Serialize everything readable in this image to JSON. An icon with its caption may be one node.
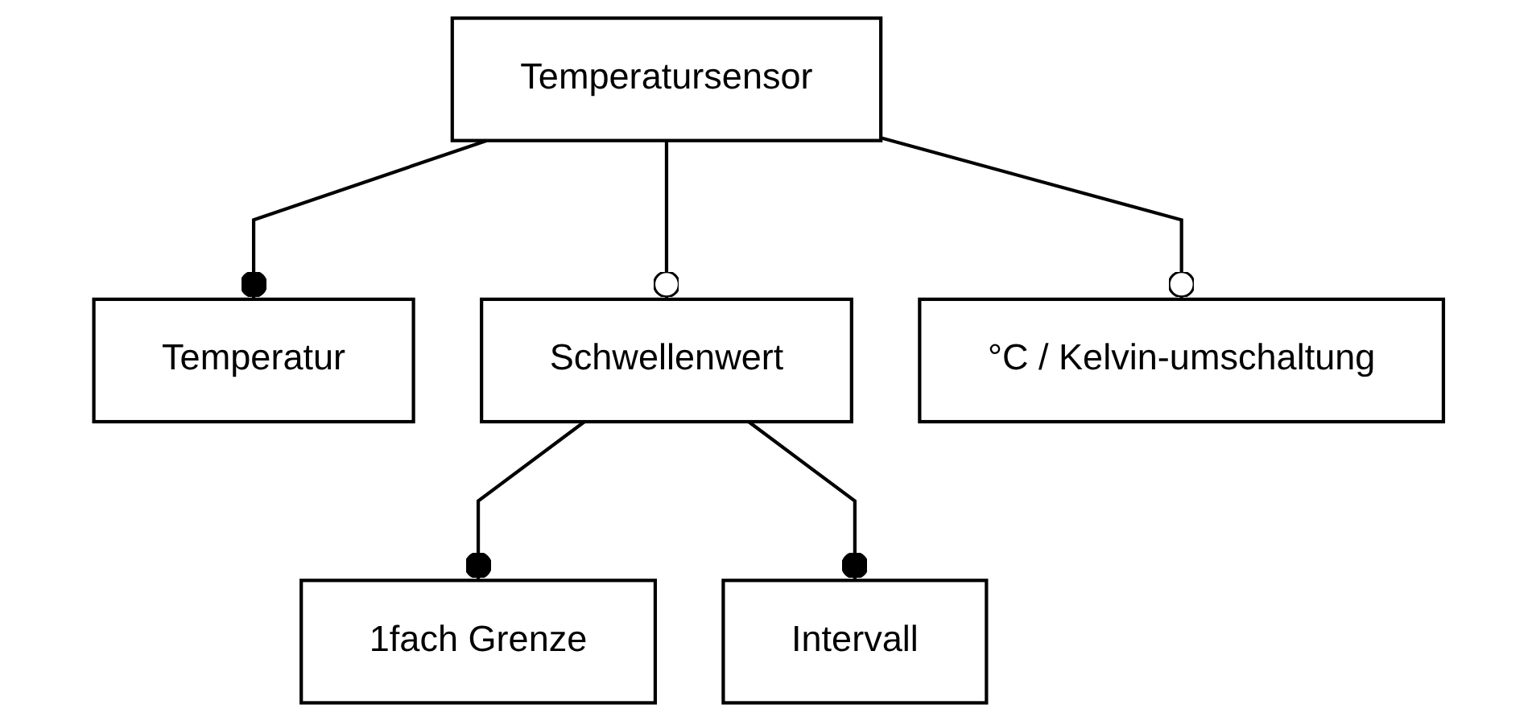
{
  "diagram": {
    "nodes": [
      {
        "text": [
          "Temperatursensor"
        ]
      },
      {
        "text": [
          "Temperatur"
        ]
      },
      {
        "text": [
          "Schwellenwert"
        ]
      },
      {
        "text": [
          "°C / Kelvin-umschaltung"
        ]
      },
      {
        "text": [
          "1fach Grenze"
        ]
      },
      {
        "text": [
          "Intervall"
        ]
      }
    ],
    "edges": [
      {
        "from": 0,
        "to": 1,
        "arrow": "other"
      },
      {
        "from": 0,
        "to": 2,
        "arrow": "other"
      },
      {
        "from": 0,
        "to": 3,
        "arrow": "other"
      },
      {
        "from": 2,
        "to": 4,
        "arrow": "other"
      },
      {
        "from": 2,
        "to": 5,
        "arrow": "other"
      }
    ]
  }
}
